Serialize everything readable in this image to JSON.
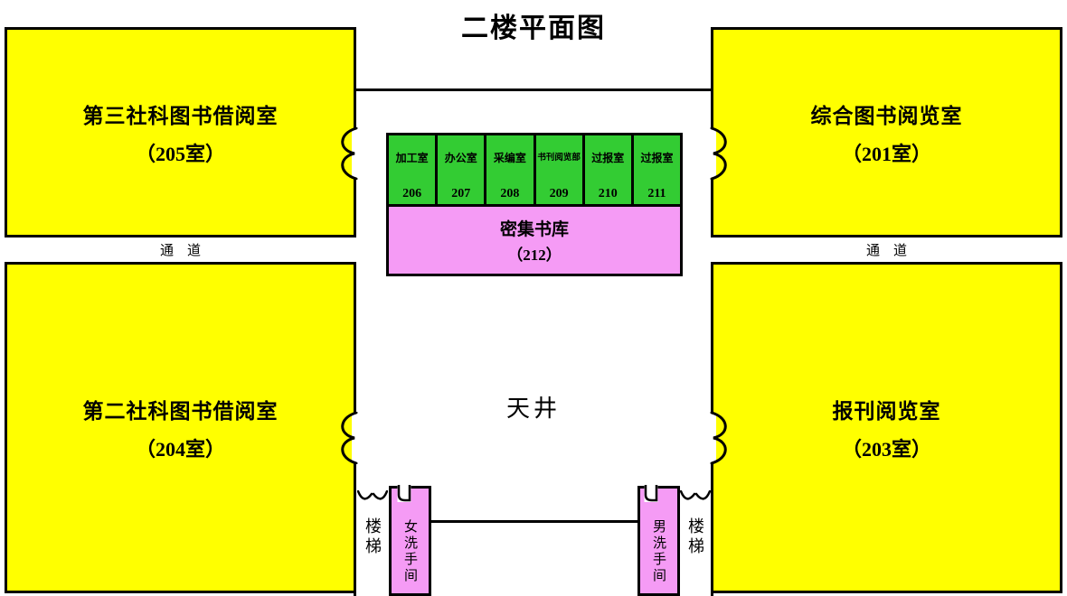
{
  "title": "二楼平面图",
  "colors": {
    "yellow": "#FFFF00",
    "green": "#33CC33",
    "pink": "#F59BF5",
    "line": "#000000"
  },
  "rooms": {
    "r205": {
      "name": "第三社科图书借阅室",
      "label": "（205室）"
    },
    "r201": {
      "name": "综合图书阅览室",
      "label": "（201室）"
    },
    "r204": {
      "name": "第二社科图书借阅室",
      "label": "（204室）"
    },
    "r203": {
      "name": "报刊阅览室",
      "label": "（203室）"
    }
  },
  "corridors": {
    "left": "通　道",
    "right": "通　道"
  },
  "offices": [
    {
      "name": "加工室",
      "number": "206"
    },
    {
      "name": "办公室",
      "number": "207"
    },
    {
      "name": "采编室",
      "number": "208"
    },
    {
      "name": "书刊阅览部",
      "number": "209"
    },
    {
      "name": "过报室",
      "number": "210"
    },
    {
      "name": "过报室",
      "number": "211"
    }
  ],
  "stack_room": {
    "name": "密集书库",
    "label": "（212）"
  },
  "courtyard": {
    "label": "天井"
  },
  "facilities": {
    "stairs_left": "楼梯",
    "stairs_right": "楼梯",
    "wc_women": "女洗手间",
    "wc_men": "男洗手间"
  }
}
